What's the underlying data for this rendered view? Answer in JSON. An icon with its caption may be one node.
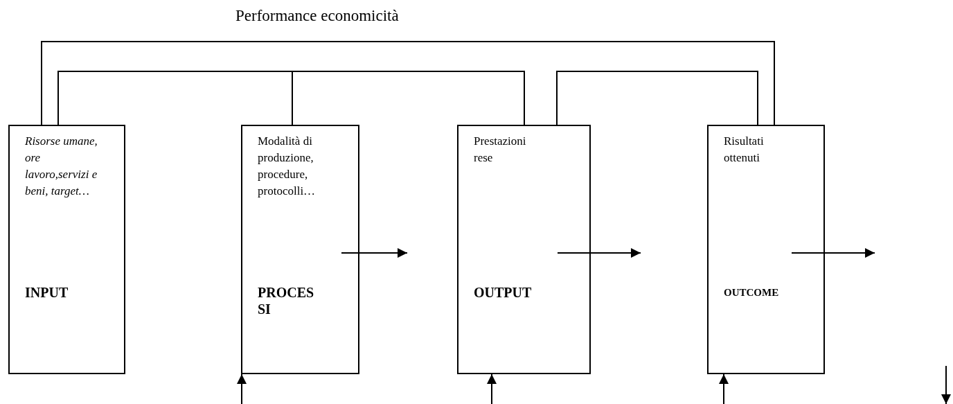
{
  "diagram": {
    "title": "Performance economicità",
    "nodes": [
      {
        "text": [
          "Risorse umane, ore lavoro,servizi e beni, target…",
          "INPUT"
        ]
      },
      {
        "text": [
          "Modalità di produzione, procedure, protocolli…",
          "PROCESSI"
        ]
      },
      {
        "text": [
          "Prestazioni rese",
          "OUTPUT"
        ]
      },
      {
        "text": [
          "Risultati ottenuti",
          "OUTCOME"
        ]
      }
    ],
    "edges": [
      {
        "from": 0,
        "to": 3,
        "arrow": "none"
      },
      {
        "from": 0,
        "to": 2,
        "arrow": "none"
      },
      {
        "from": 0,
        "to": 1,
        "arrow": "none"
      },
      {
        "from": 2,
        "to": 3,
        "arrow": "none"
      },
      {
        "from": 1,
        "to": null,
        "arrow": "to"
      },
      {
        "from": 2,
        "to": null,
        "arrow": "to"
      },
      {
        "from": 3,
        "to": null,
        "arrow": "to"
      },
      {
        "from": null,
        "to": 1,
        "arrow": "to"
      },
      {
        "from": null,
        "to": 2,
        "arrow": "to"
      },
      {
        "from": null,
        "to": 3,
        "arrow": "to"
      }
    ]
  }
}
